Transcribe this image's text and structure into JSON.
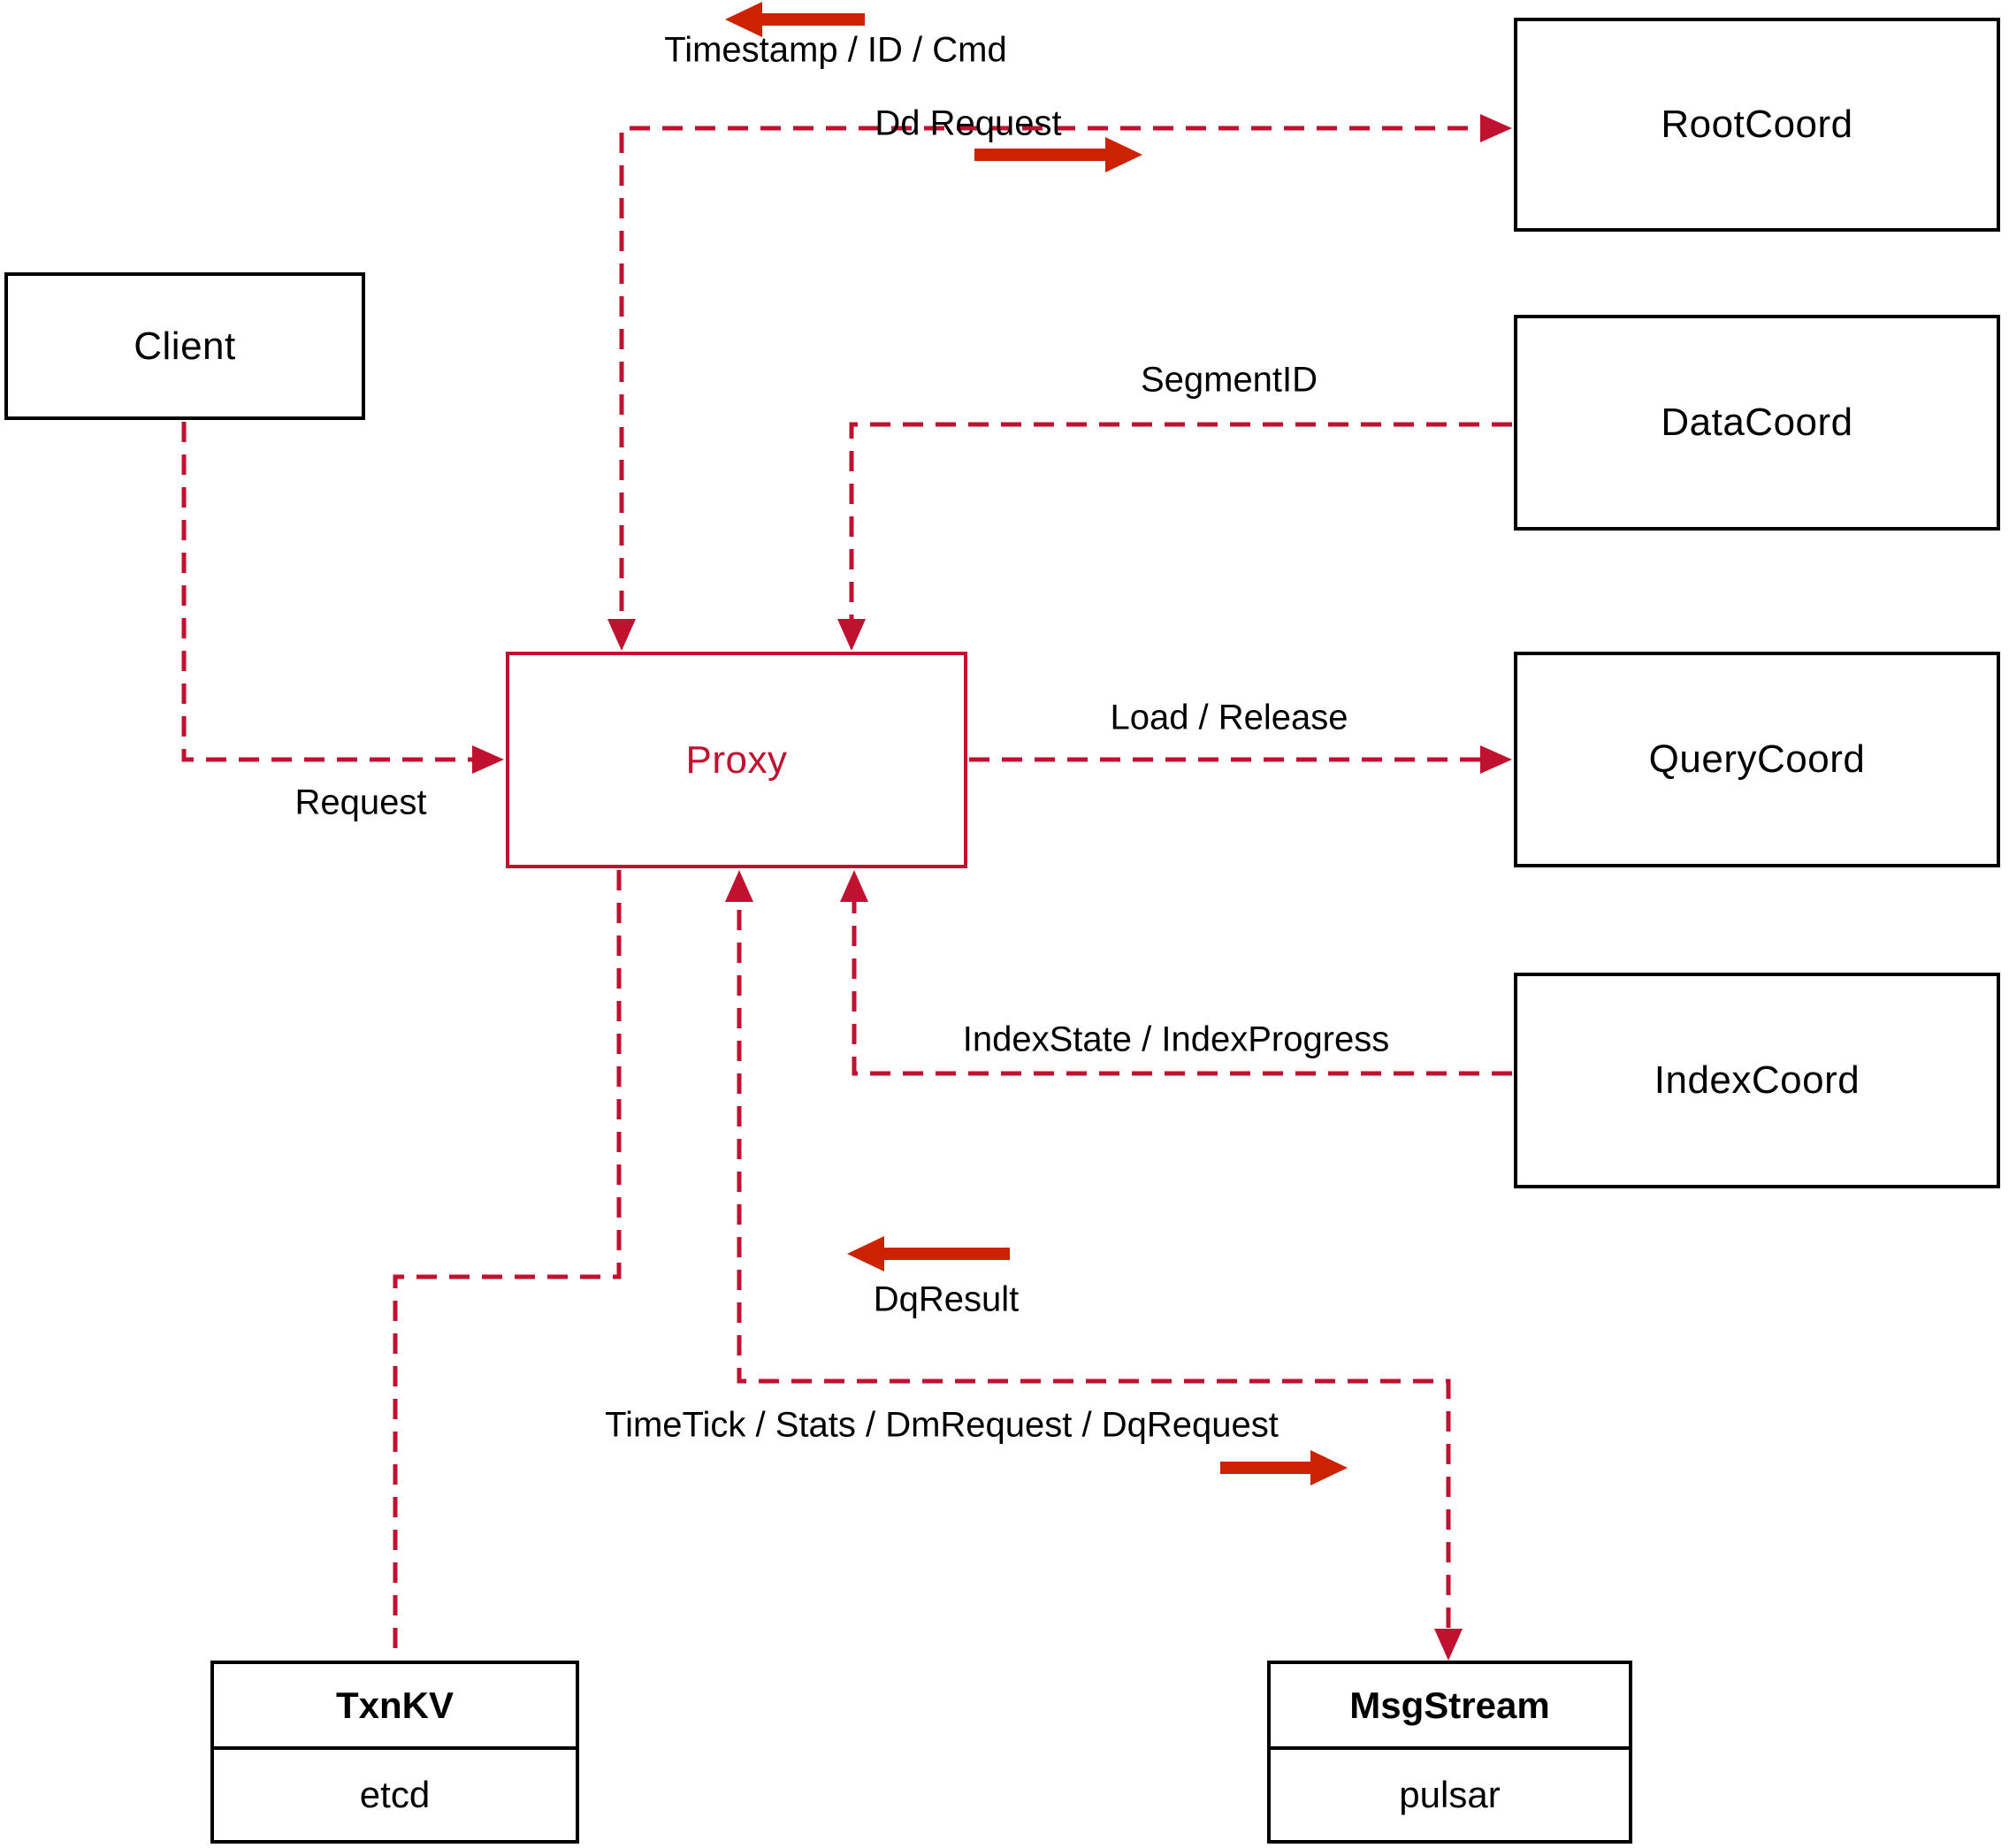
{
  "diagram": {
    "title": "Milvus Proxy interaction diagram",
    "nodes": {
      "client": {
        "label": "Client"
      },
      "proxy": {
        "label": "Proxy"
      },
      "root_coord": {
        "label": "RootCoord"
      },
      "data_coord": {
        "label": "DataCoord"
      },
      "query_coord": {
        "label": "QueryCoord"
      },
      "index_coord": {
        "label": "IndexCoord"
      },
      "txn_kv": {
        "title": "TxnKV",
        "impl": "etcd"
      },
      "msg_stream": {
        "title": "MsgStream",
        "impl": "pulsar"
      }
    },
    "edge_labels": {
      "timestamp_id_cmd": "Timestamp / ID / Cmd",
      "dd_request": "Dd Request",
      "segment_id": "SegmentID",
      "request": "Request",
      "load_release": "Load / Release",
      "index_state_progress": "IndexState / IndexProgress",
      "dq_result": "DqResult",
      "timetick_stats": "TimeTick / Stats / DmRequest / DqRequest"
    },
    "colors": {
      "dashed_line": "#c01131",
      "solid_arrow": "#cc2200",
      "box_border": "#000000",
      "text": "#000000",
      "background": "#ffffff"
    }
  }
}
